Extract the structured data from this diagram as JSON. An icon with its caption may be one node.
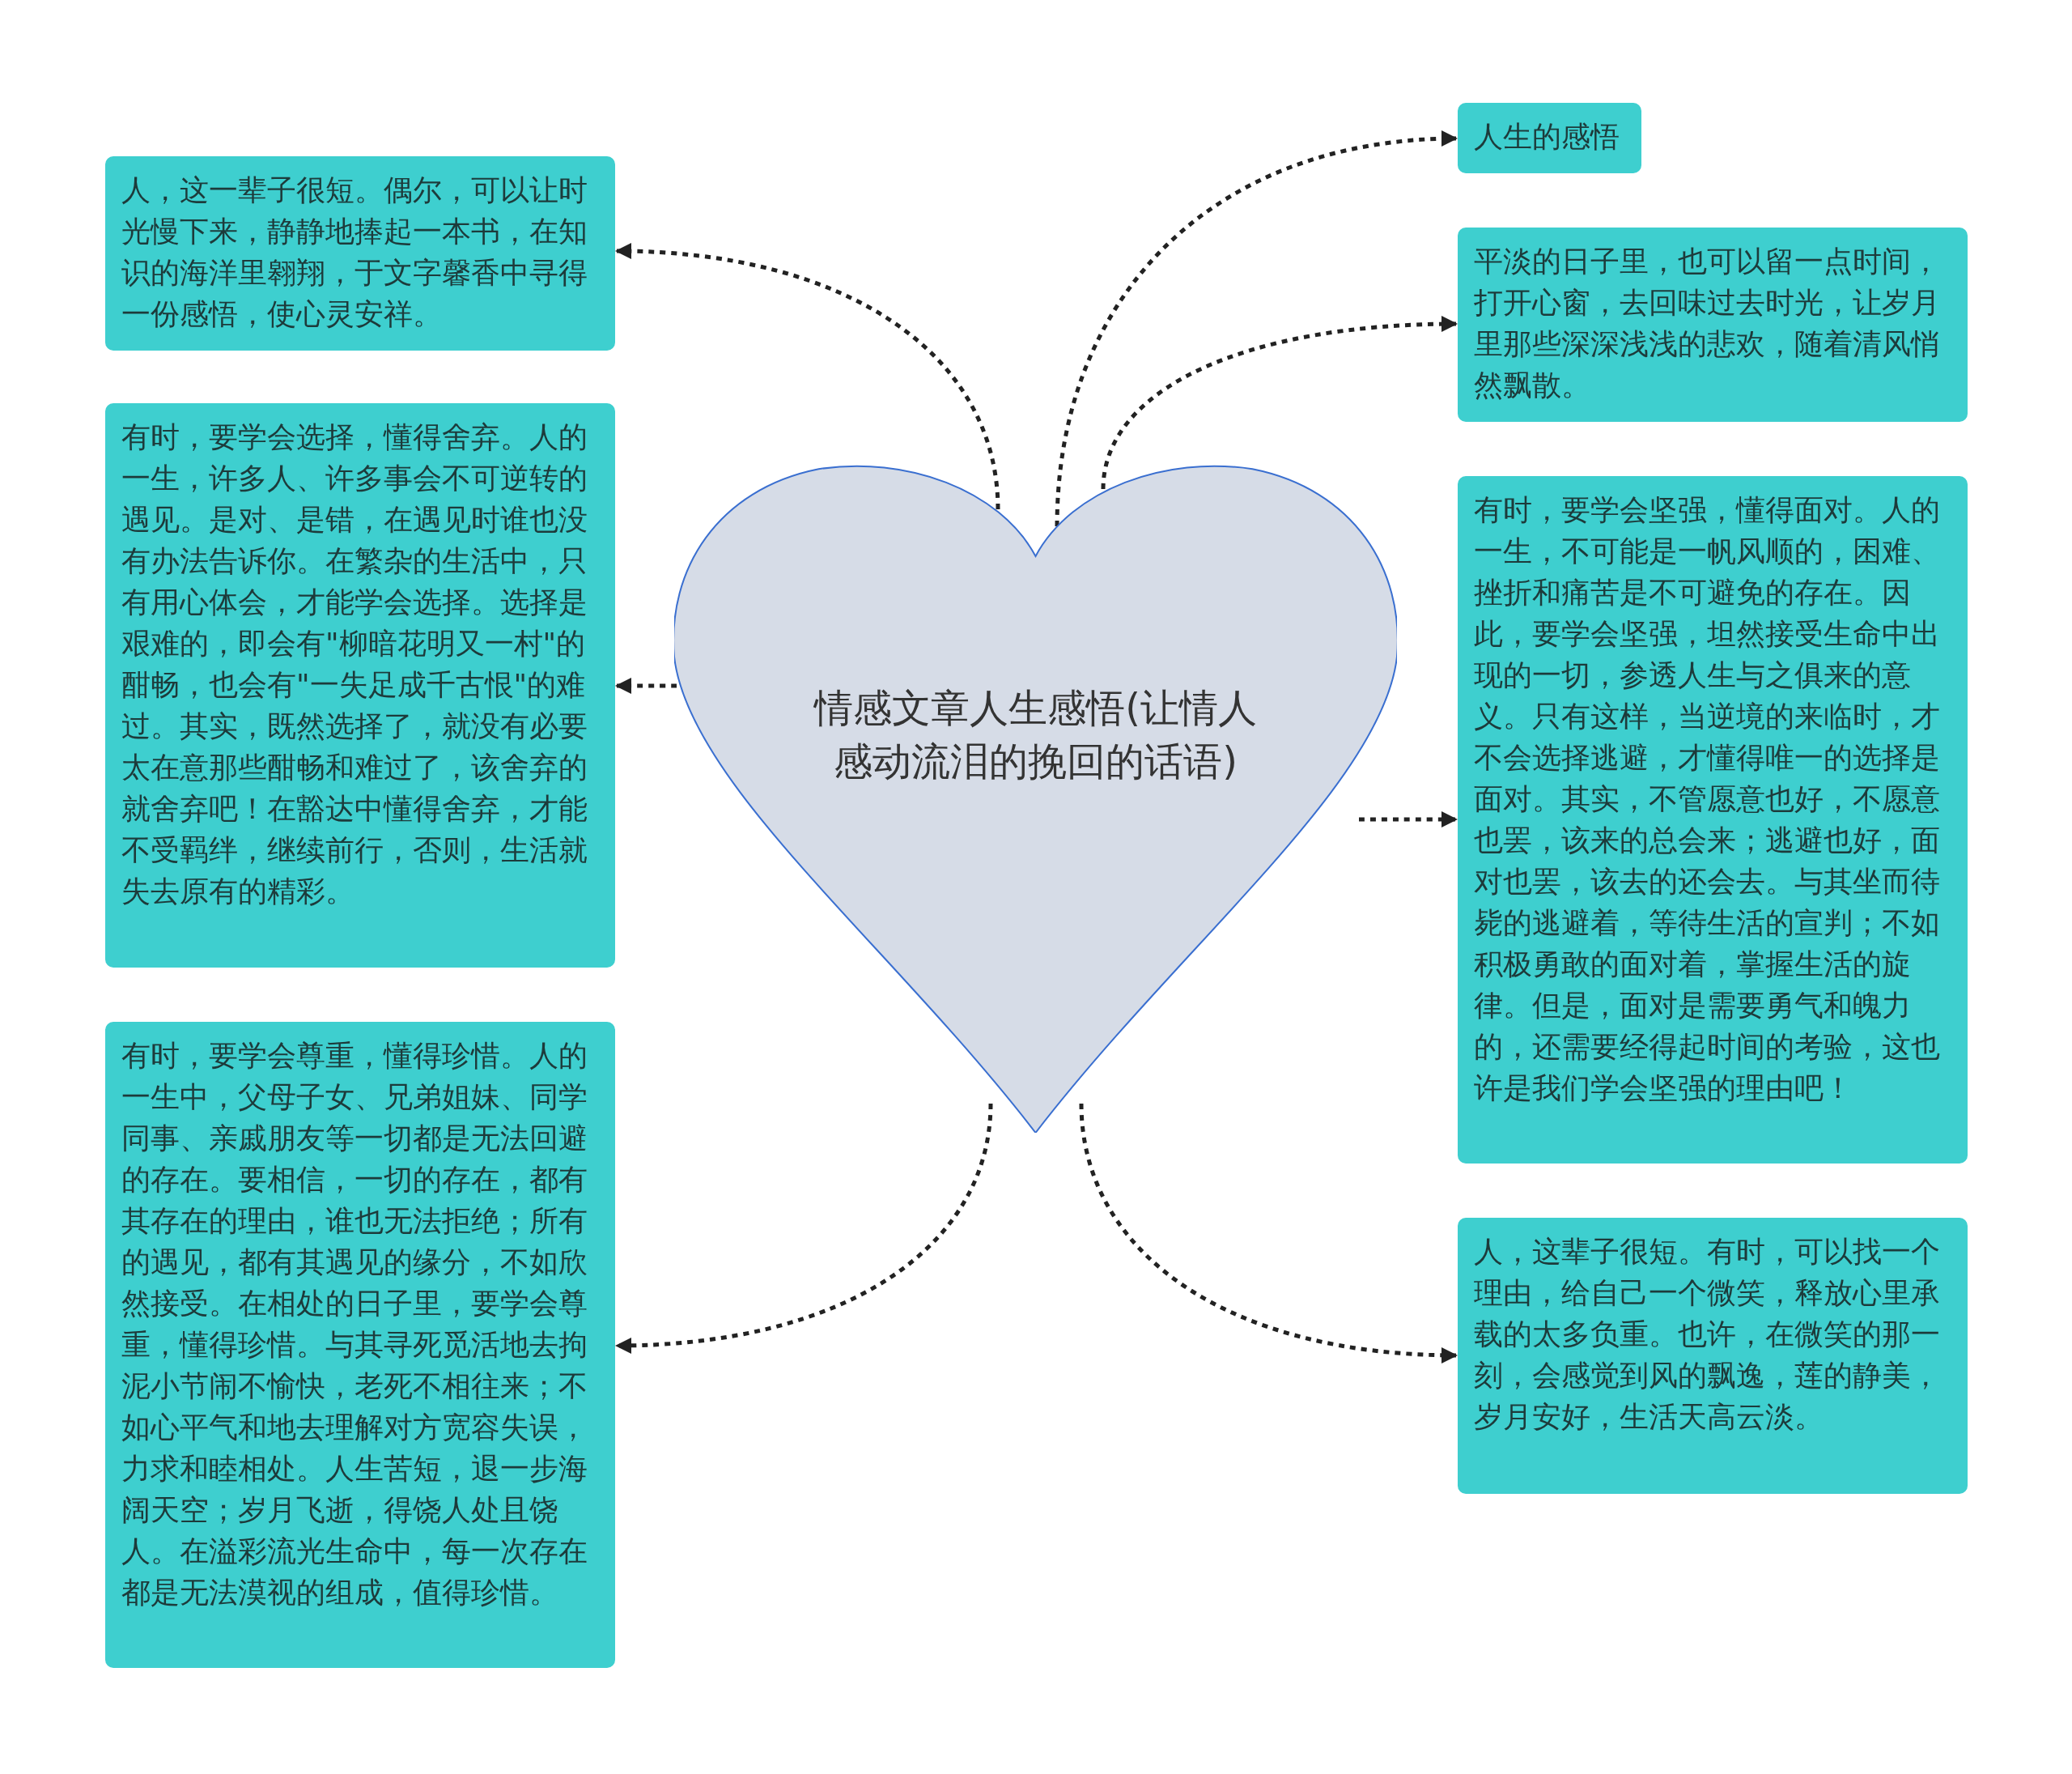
{
  "diagram": {
    "nodes": [
      {
        "text": [
          "情感文章人生感悟(让情人感动流泪的挽回的话语)"
        ]
      },
      {
        "text": [
          "人，这一辈子很短。偶尔，可以让时光慢下来，静静地捧起一本书，在知识的海洋里翱翔，于文字馨香中寻得一份感悟，使心灵安祥。"
        ]
      },
      {
        "text": [
          "有时，要学会选择，懂得舍弃。人的一生，许多人、许多事会不可逆转的遇见。是对、是错，在遇见时谁也没有办法告诉你。在繁杂的生活中，只有用心体会，才能学会选择。选择是艰难的，即会有\"柳暗花明又一村\"的酣畅，也会有\"一失足成千古恨\"的难过。其实，既然选择了，就没有必要太在意那些酣畅和难过了，该舍弃的就舍弃吧！在豁达中懂得舍弃，才能不受羁绊，继续前行，否则，生活就失去原有的精彩。"
        ]
      },
      {
        "text": [
          "有时，要学会尊重，懂得珍惜。人的一生中，父母子女、兄弟姐妹、同学同事、亲戚朋友等一切都是无法回避的存在。要相信，一切的存在，都有其存在的理由，谁也无法拒绝；所有的遇见，都有其遇见的缘分，不如欣然接受。在相处的日子里，要学会尊重，懂得珍惜。与其寻死觅活地去拘泥小节闹不愉快，老死不相往来；不如心平气和地去理解对方宽容失误，力求和睦相处。人生苦短，退一步海阔天空；岁月飞逝，得饶人处且饶人。在溢彩流光生命中，每一次存在都是无法漠视的组成，值得珍惜。"
        ]
      },
      {
        "text": [
          "人生的感悟"
        ]
      },
      {
        "text": [
          "平淡的日子里，也可以留一点时间，打开心窗，去回味过去时光，让岁月里那些深深浅浅的悲欢，随着清风悄然飘散。"
        ]
      },
      {
        "text": [
          "有时，要学会坚强，懂得面对。人的一生，不可能是一帆风顺的，困难、挫折和痛苦是不可避免的存在。因此，要学会坚强，坦然接受生命中出现的一切，参透人生与之俱来的意义。只有这样，当逆境的来临时，才不会选择逃避，才懂得唯一的选择是面对。其实，不管愿意也好，不愿意也罢，该来的总会来；逃避也好，面对也罢，该去的还会去。与其坐而待毙的逃避着，等待生活的宣判；不如积极勇敢的面对着，掌握生活的旋律。但是，面对是需要勇气和魄力的，还需要经得起时间的考验，这也许是我们学会坚强的理由吧！"
        ]
      },
      {
        "text": [
          "人，这辈子很短。有时，可以找一个理由，给自己一个微笑，释放心里承载的太多负重。也许，在微笑的那一刻，会感觉到风的飘逸，莲的静美，岁月安好，生活天高云淡。"
        ]
      }
    ],
    "edges": [
      {
        "from": 0,
        "to": 1,
        "arrow": "to",
        "style": "dashed"
      },
      {
        "from": 0,
        "to": 2,
        "arrow": "to",
        "style": "dashed"
      },
      {
        "from": 0,
        "to": 3,
        "arrow": "to",
        "style": "dashed"
      },
      {
        "from": 0,
        "to": 4,
        "arrow": "to",
        "style": "dashed"
      },
      {
        "from": 0,
        "to": 5,
        "arrow": "to",
        "style": "dashed"
      },
      {
        "from": 0,
        "to": 6,
        "arrow": "to",
        "style": "dashed"
      },
      {
        "from": 0,
        "to": 7,
        "arrow": "to",
        "style": "dashed"
      }
    ]
  }
}
